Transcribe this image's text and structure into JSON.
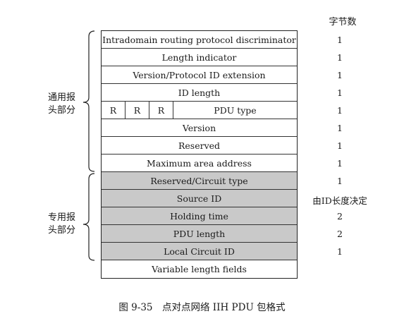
{
  "header": {
    "bytes_label": "字节数"
  },
  "groups": [
    {
      "label_line1": "通用报",
      "label_line2": "头部分"
    },
    {
      "label_line1": "专用报",
      "label_line2": "头部分"
    }
  ],
  "rows": [
    {
      "label": "Intradomain routing protocol discriminator",
      "bytes": "1",
      "shaded": false
    },
    {
      "label": "Length indicator",
      "bytes": "1",
      "shaded": false
    },
    {
      "label": "Version/Protocol ID extension",
      "bytes": "1",
      "shaded": false
    },
    {
      "label": "ID length",
      "bytes": "1",
      "shaded": false
    },
    {
      "label": "PDU type",
      "r1": "R",
      "r2": "R",
      "r3": "R",
      "bytes": "1",
      "shaded": false
    },
    {
      "label": "Version",
      "bytes": "1",
      "shaded": false
    },
    {
      "label": "Reserved",
      "bytes": "1",
      "shaded": false
    },
    {
      "label": "Maximum area address",
      "bytes": "1",
      "shaded": false
    },
    {
      "label": "Reserved/Circuit type",
      "bytes": "1",
      "shaded": true
    },
    {
      "label": "Source ID",
      "bytes": "由ID长度决定",
      "shaded": true
    },
    {
      "label": "Holding time",
      "bytes": "2",
      "shaded": true
    },
    {
      "label": "PDU length",
      "bytes": "2",
      "shaded": true
    },
    {
      "label": "Local Circuit ID",
      "bytes": "1",
      "shaded": true
    },
    {
      "label": "Variable length fields",
      "bytes": "",
      "shaded": false
    }
  ],
  "caption": "图 9-35　点对点网络 IIH PDU 包格式",
  "colors": {
    "shaded": "#c9c9c9",
    "border": "#222222"
  }
}
